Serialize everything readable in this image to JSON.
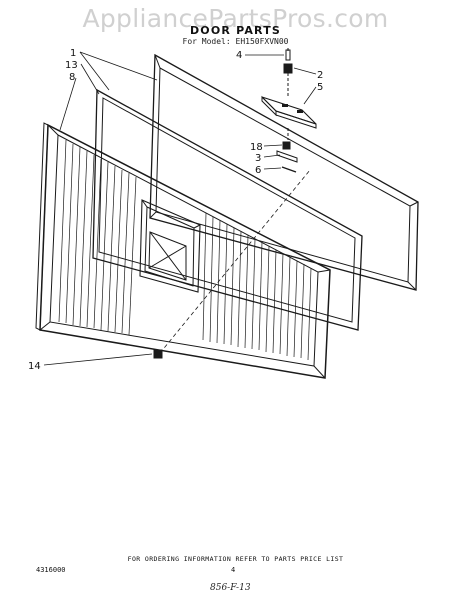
{
  "header": {
    "watermark": "AppliancePartsPros.com",
    "title": "DOOR PARTS",
    "model_line": "For Model: EH150FXVN00"
  },
  "callouts": {
    "c1": "1",
    "c13": "13",
    "c8": "8",
    "c4": "4",
    "c2": "2",
    "c5": "5",
    "c18": "18",
    "c3": "3",
    "c6": "6",
    "c14": "14"
  },
  "footer": {
    "ordering_note": "FOR ORDERING INFORMATION REFER TO PARTS PRICE LIST",
    "doc_number": "4316000",
    "page_number": "4",
    "handwritten_code": "856-F-13"
  },
  "colors": {
    "line": "#1a1a1a",
    "watermark": "#d0d0d0"
  }
}
